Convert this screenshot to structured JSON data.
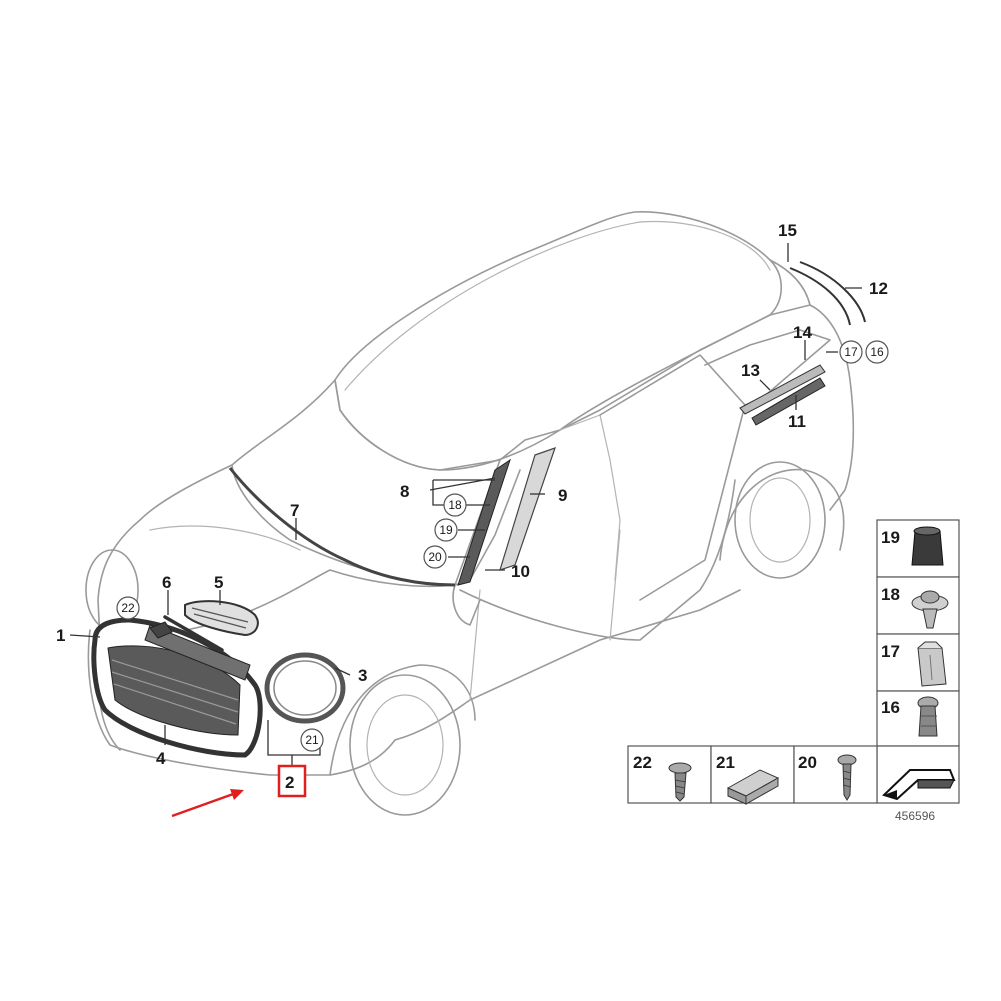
{
  "labels": {
    "l1": "1",
    "l2": "2",
    "l3": "3",
    "l4": "4",
    "l5": "5",
    "l6": "6",
    "l7": "7",
    "l8": "8",
    "l9": "9",
    "l10": "10",
    "l11": "11",
    "l12": "12",
    "l13": "13",
    "l14": "14",
    "l15": "15",
    "c16": "16",
    "c17": "17",
    "c18": "18",
    "c19": "19",
    "c20": "20",
    "c21": "21",
    "c22": "22"
  },
  "legend": {
    "g19": "19",
    "g18": "18",
    "g17": "17",
    "g16": "16",
    "g22": "22",
    "g21": "21",
    "g20": "20"
  },
  "diagram_number": "456596",
  "colors": {
    "highlight_box": "#e02020",
    "arrow": "#e02020",
    "outline": "#9a9a9a"
  },
  "highlighted_part": "2"
}
